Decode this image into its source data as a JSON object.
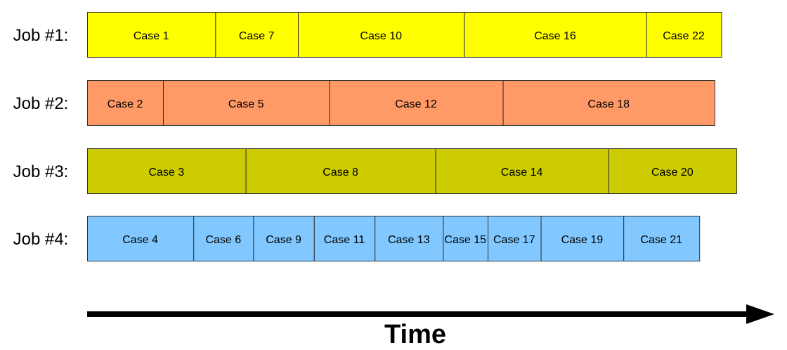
{
  "axis": {
    "label": "Time"
  },
  "jobs": [
    {
      "label": "Job #1:",
      "color": "#ffff00",
      "cases": [
        {
          "label": "Case 1",
          "duration": 15.2
        },
        {
          "label": "Case 7",
          "duration": 9.8
        },
        {
          "label": "Case 10",
          "duration": 19.7
        },
        {
          "label": "Case 16",
          "duration": 21.6
        },
        {
          "label": "Case 22",
          "duration": 8.9
        }
      ]
    },
    {
      "label": "Job #2:",
      "color": "#ff9966",
      "cases": [
        {
          "label": "Case 2",
          "duration": 9.0
        },
        {
          "label": "Case 5",
          "duration": 19.7
        },
        {
          "label": "Case 12",
          "duration": 20.6
        },
        {
          "label": "Case 18",
          "duration": 25.1
        }
      ]
    },
    {
      "label": "Job #3:",
      "color": "#cccc00",
      "cases": [
        {
          "label": "Case 3",
          "duration": 18.8
        },
        {
          "label": "Case 8",
          "duration": 22.5
        },
        {
          "label": "Case 14",
          "duration": 20.5
        },
        {
          "label": "Case 20",
          "duration": 15.2
        }
      ]
    },
    {
      "label": "Job #4:",
      "color": "#80c8ff",
      "cases": [
        {
          "label": "Case 4",
          "duration": 12.6
        },
        {
          "label": "Case 6",
          "duration": 7.1
        },
        {
          "label": "Case 9",
          "duration": 7.2
        },
        {
          "label": "Case 11",
          "duration": 7.2
        },
        {
          "label": "Case 13",
          "duration": 8.1
        },
        {
          "label": "Case 15",
          "duration": 5.3
        },
        {
          "label": "Case 17",
          "duration": 6.3
        },
        {
          "label": "Case 19",
          "duration": 9.8
        },
        {
          "label": "Case 21",
          "duration": 9.0
        }
      ]
    }
  ]
}
